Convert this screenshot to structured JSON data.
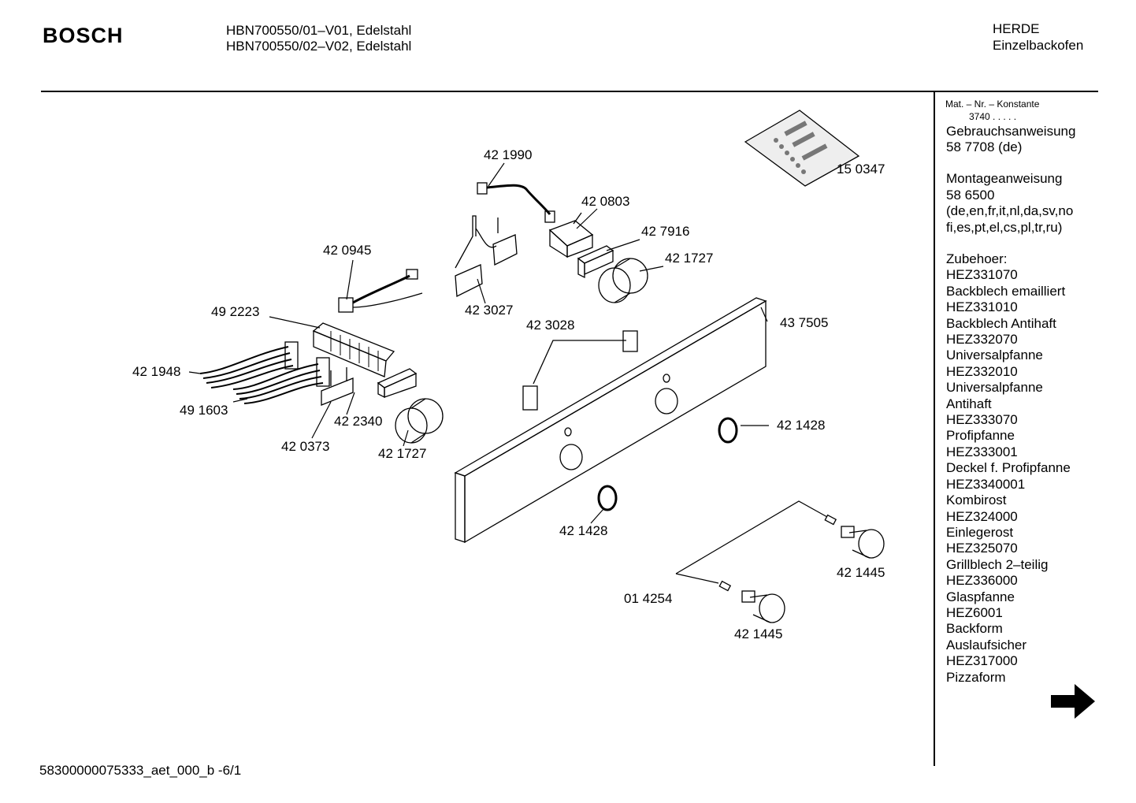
{
  "header": {
    "brand": "BOSCH",
    "models": [
      "HBN700550/01–V01, Edelstahl",
      "HBN700550/02–V02, Edelstahl"
    ],
    "category": "HERDE",
    "subcategory": "Einzelbackofen"
  },
  "sidebar": {
    "mat_label": "Mat. – Nr. – Konstante",
    "mat_value": "3740  .  .  .  .  .",
    "manual_label": "Gebrauchsanweisung",
    "manual_value": "58 7708 (de)",
    "assembly_label": "Montageanweisung",
    "assembly_value": "58 6500",
    "assembly_langs_1": "(de,en,fr,it,nl,da,sv,no",
    "assembly_langs_2": "fi,es,pt,el,cs,pl,tr,ru)",
    "accessories_title": "Zubehoer:",
    "accessories": [
      "HEZ331070",
      "Backblech emailliert",
      "HEZ331010",
      "Backblech Antihaft",
      "HEZ332070",
      "Universalpfanne",
      "HEZ332010",
      "Universalpfanne",
      "Antihaft",
      "HEZ333070",
      "Profipfanne",
      "HEZ333001",
      "Deckel f. Profipfanne",
      "HEZ3340001",
      "Kombirost",
      "HEZ324000",
      "Einlegerost",
      "HEZ325070",
      "Grillblech 2–teilig",
      "HEZ336000",
      "Glaspfanne",
      "HEZ6001",
      "Backform",
      "Auslaufsicher",
      "HEZ317000",
      "Pizzaform"
    ],
    "next_icon": "arrow-right-icon"
  },
  "parts": {
    "p150347": "15 0347",
    "p421990": "42 1990",
    "p420803": "42 0803",
    "p427916": "42 7916",
    "p421727a": "42 1727",
    "p420945": "42 0945",
    "p423027": "42 3027",
    "p492223": "49 2223",
    "p437505": "43 7505",
    "p423028": "42 3028",
    "p421948": "42 1948",
    "p491603": "49 1603",
    "p422340": "42 2340",
    "p420373": "42 0373",
    "p421727b": "42 1727",
    "p421428a": "42 1428",
    "p421428b": "42 1428",
    "p421445a": "42 1445",
    "p014254": "01 4254",
    "p421445b": "42 1445"
  },
  "footer": {
    "doc_id": "58300000075333_aet_000_b -6/1"
  }
}
